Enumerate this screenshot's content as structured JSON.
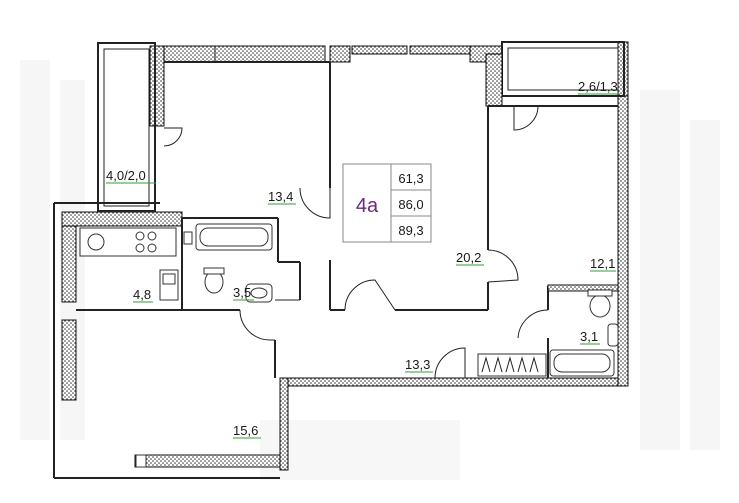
{
  "plan": {
    "apartment_type": "4а",
    "areas": [
      "61,3",
      "86,0",
      "89,3"
    ],
    "accent_color": "#6a2a7a",
    "label_underline_color": "#2e9e3a",
    "rooms": [
      {
        "id": "balcony-left",
        "label": "4,0/2,0"
      },
      {
        "id": "bedroom-top-left",
        "label": "13,4"
      },
      {
        "id": "kitchen",
        "label": "4,8"
      },
      {
        "id": "bathroom-left",
        "label": "3,5"
      },
      {
        "id": "living-room",
        "label": "20,2"
      },
      {
        "id": "balcony-right",
        "label": "2,6/1,3"
      },
      {
        "id": "bedroom-right",
        "label": "12,1"
      },
      {
        "id": "bathroom-right",
        "label": "3,1"
      },
      {
        "id": "hallway",
        "label": "13,3"
      },
      {
        "id": "bedroom-bottom-left",
        "label": "15,6"
      }
    ]
  }
}
